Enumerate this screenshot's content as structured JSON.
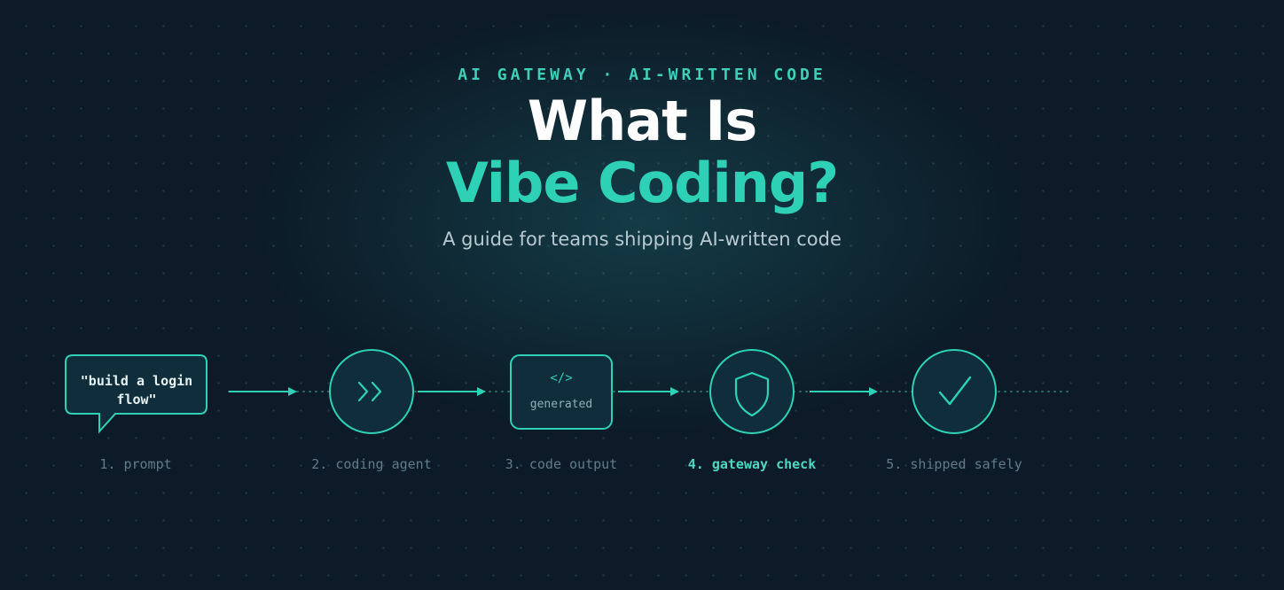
{
  "header": {
    "eyebrow": "AI GATEWAY · AI-WRITTEN CODE",
    "title_line1": "What Is",
    "title_line2": "Vibe Coding?",
    "subtitle": "A guide for teams shipping AI-written code"
  },
  "steps": [
    {
      "label": "1. prompt",
      "bubble_line1": "\"build a login",
      "bubble_line2": "flow\"",
      "active": false
    },
    {
      "label": "2. coding agent",
      "icon": "double-chevron-right-icon",
      "active": false
    },
    {
      "label": "3. code output",
      "tag": "</>",
      "caption": "generated",
      "active": false
    },
    {
      "label": "4. gateway check",
      "icon": "shield-icon",
      "active": true
    },
    {
      "label": "5. shipped safely",
      "icon": "checkmark-icon",
      "active": false
    }
  ],
  "colors": {
    "accent": "#2ed1b6",
    "background": "#0c1b27",
    "node_fill": "#0f2d3a",
    "muted_label": "#5f7c88"
  }
}
